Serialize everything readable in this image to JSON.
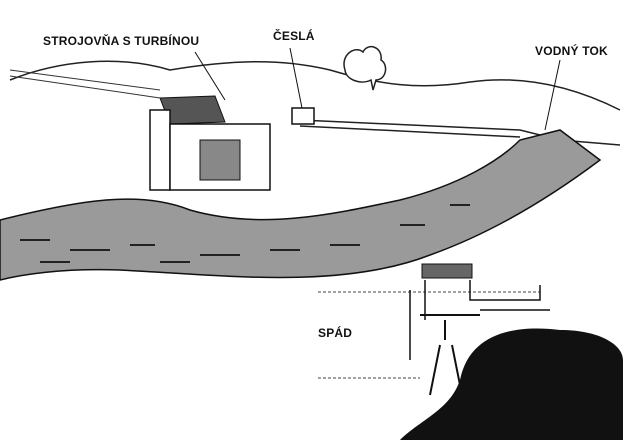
{
  "labels": {
    "powerhouse": "STROJOVŇA S TURBÍNOU",
    "trash_rack": "ČESLÁ",
    "stream": "VODNÝ TOK",
    "head": "SPÁD"
  }
}
